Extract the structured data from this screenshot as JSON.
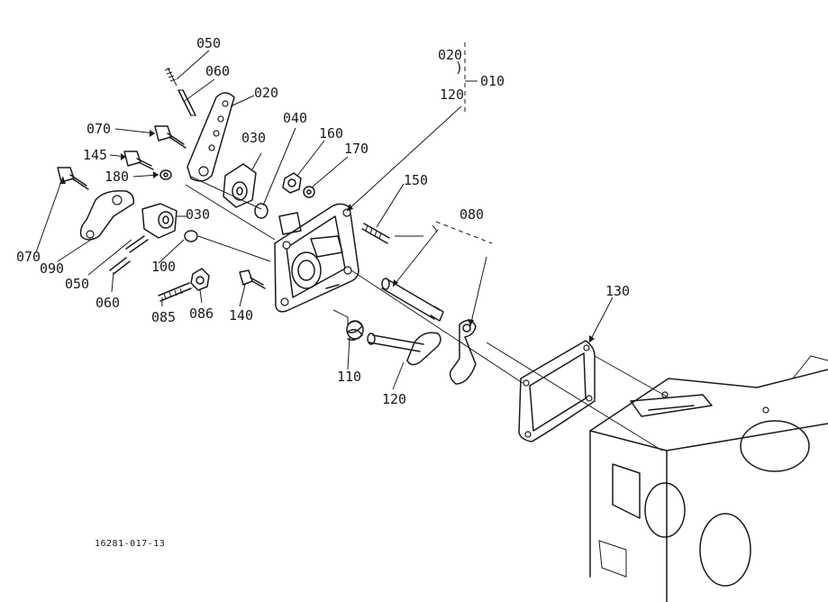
{
  "labels": {
    "p010": "010",
    "p020_group": "020",
    "p120_group": "120",
    "p050_top": "050",
    "p060_top": "060",
    "p020_arm": "020",
    "p070_top": "070",
    "p145": "145",
    "p180": "180",
    "p030_upper": "030",
    "p040": "040",
    "p160": "160",
    "p170": "170",
    "p150": "150",
    "p080": "080",
    "p030_lower": "030",
    "p070_left": "070",
    "p090": "090",
    "p050_low": "050",
    "p060_low": "060",
    "p100": "100",
    "p085": "085",
    "p086": "086",
    "p140": "140",
    "p110": "110",
    "p120_shaft": "120",
    "p130": "130"
  },
  "drawing_code": "16281-017-13"
}
